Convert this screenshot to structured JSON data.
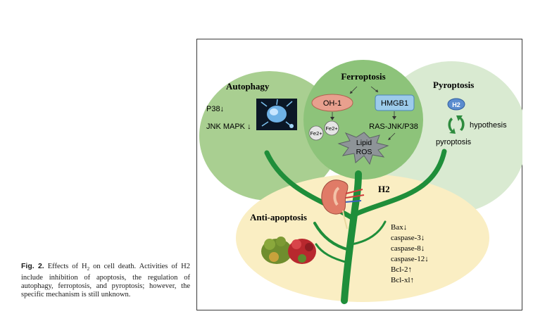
{
  "caption": {
    "label": "Fig. 2.",
    "text_before_sub": " Effects of H",
    "subscript": "2",
    "text_after_sub": " on cell death. Activities of H2 include inhibition of apoptosis, the regulation of autophagy, ferroptosis, and pyroptosis; however, the specific mechanism is still unknown."
  },
  "figure": {
    "autophagy": {
      "title": "Autophagy",
      "markers": [
        "P38↓",
        "JNK MAPK ↓"
      ]
    },
    "ferroptosis": {
      "title": "Ferroptosis",
      "oh1": "OH-1",
      "hmgb1": "HMGB1",
      "pathway": "RAS-JNK/P38",
      "fe_left": "Fe2+",
      "fe_right": "Fe2+",
      "lipid_ros": [
        "Lipid",
        "ROS"
      ]
    },
    "pyroptosis": {
      "title": "Pyroptosis",
      "badge": "H2",
      "hypothesis": "hypothesis",
      "label": "pyroptosis"
    },
    "center": {
      "label": "H2"
    },
    "anti_apoptosis": {
      "title": "Anti-apoptosis",
      "markers": [
        "Bax↓",
        "caspase-3↓",
        "caspase-8↓",
        "caspase-12↓",
        "Bcl-2↑",
        "Bcl-xl↑"
      ]
    },
    "colors": {
      "left_circle": "#a9cf91",
      "center_circle": "#8dc37a",
      "right_circle": "#d9ead1",
      "ellipse": "#faeec3",
      "stem": "#1f8e3a",
      "oh1": "#e8a08e",
      "hmgb1": "#9ccbea"
    }
  }
}
